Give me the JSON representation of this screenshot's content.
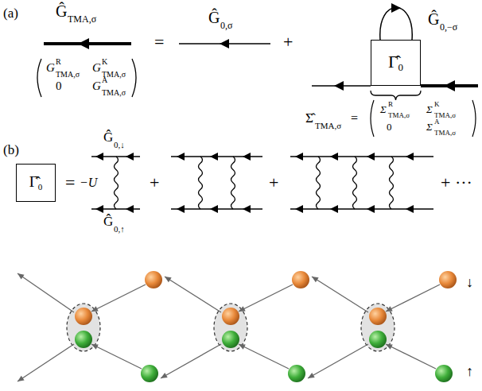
{
  "diagram": {
    "nodes": [
      {
        "text": [
          "Γ̂",
          "0"
        ]
      },
      {
        "text": [
          "Γ̂",
          "0"
        ]
      }
    ],
    "labels": [
      "(a)",
      "Ĝ",
      "TMA,σ",
      "G",
      "R",
      "TMA,σ",
      "G",
      "K",
      "TMA,σ",
      "0",
      "G",
      "A",
      "TMA,σ",
      "=",
      "Ĝ",
      "0,σ",
      "+",
      "Ĝ",
      "0,−σ",
      "Σ̂",
      "TMA,σ",
      "=",
      "Σ",
      "R",
      "TMA,σ",
      "Σ",
      "K",
      "TMA,σ",
      "0",
      "Σ",
      "A",
      "TMA,σ",
      "(b)",
      "=",
      "−U",
      "Ĝ",
      "0,↓",
      "Ĝ",
      "0,↑",
      "+",
      "+",
      "+ ···",
      "↓",
      "↑"
    ]
  }
}
